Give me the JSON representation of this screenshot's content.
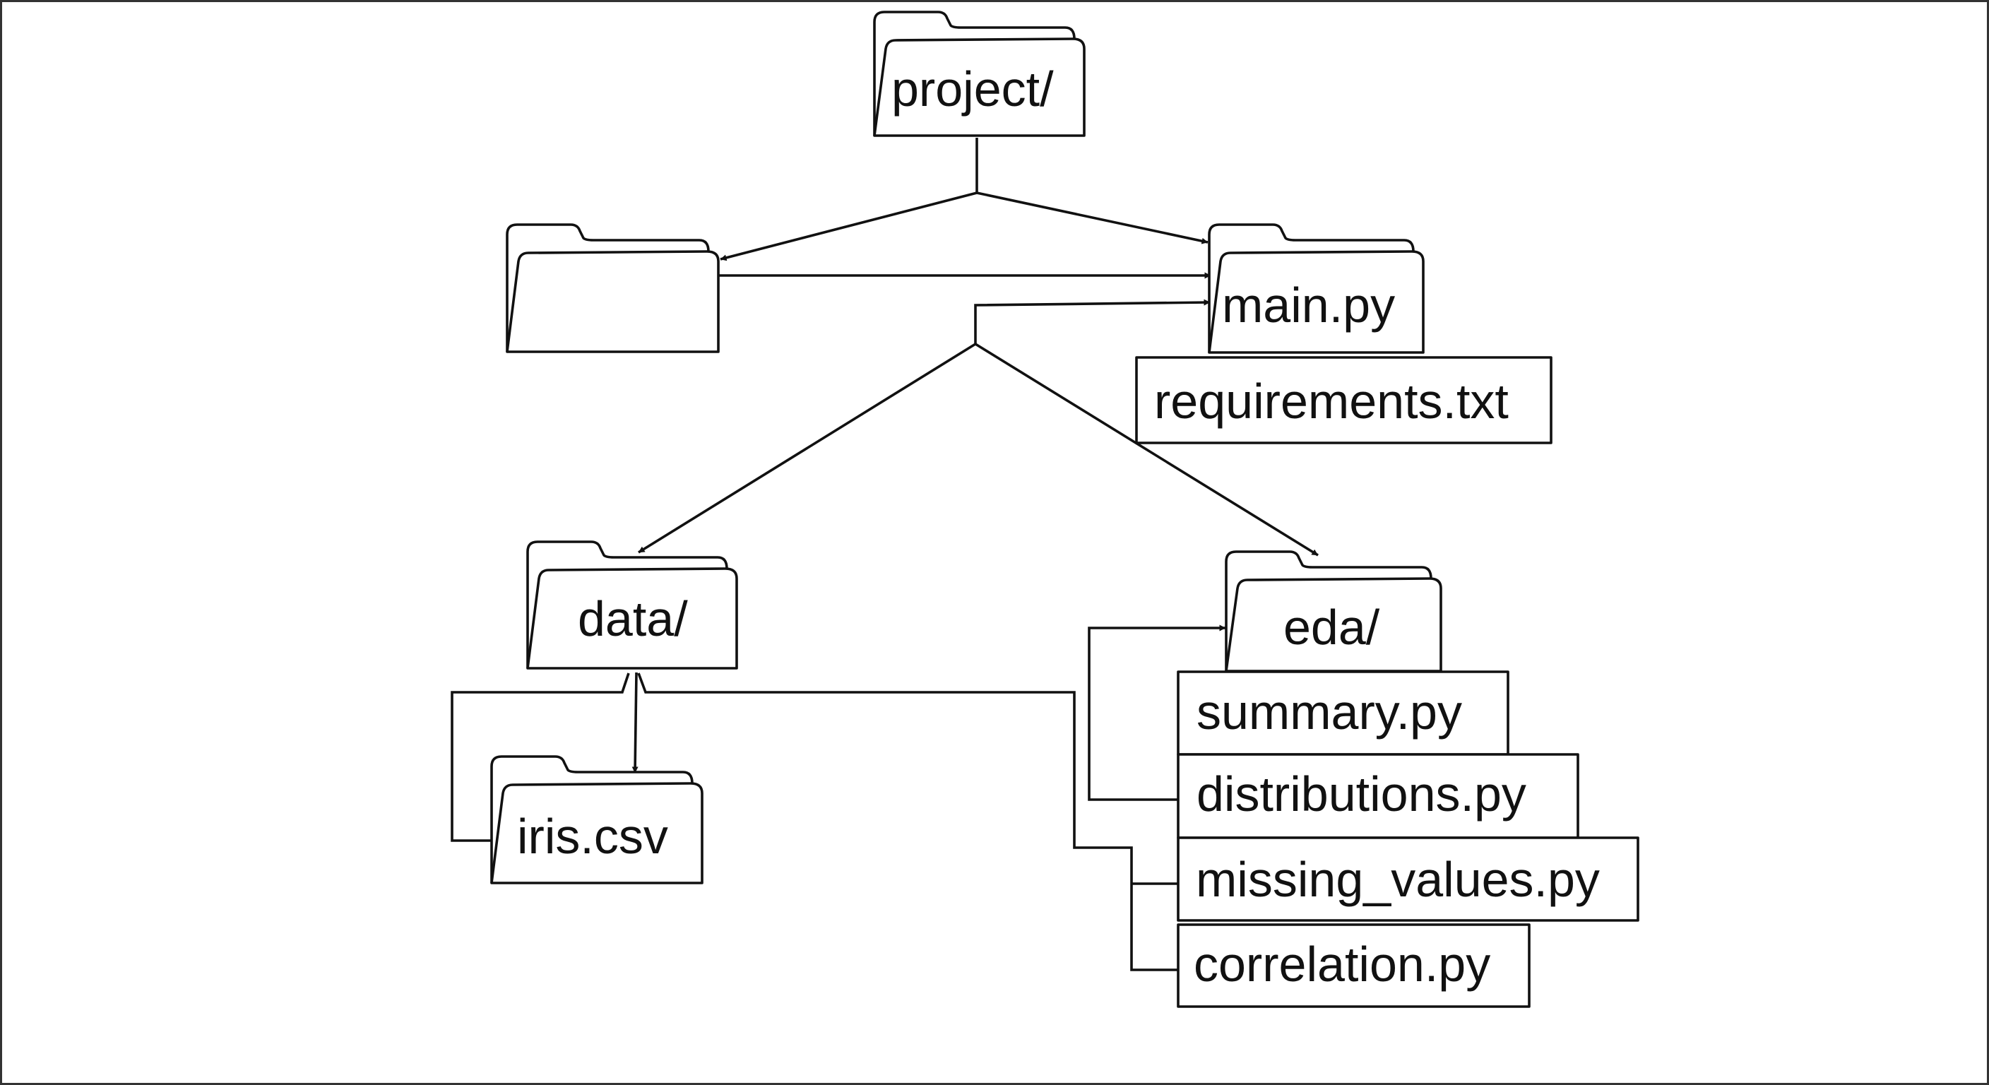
{
  "colors": {
    "background": "#ffffff",
    "stroke": "#111111",
    "text": "#111111"
  },
  "icons": {
    "folder": "folder-icon",
    "arrowhead": "arrowhead-icon"
  },
  "nodes": {
    "project": {
      "label": "project/",
      "kind": "folder"
    },
    "unnamed_folder": {
      "label": "",
      "kind": "folder"
    },
    "main": {
      "label": "main.py",
      "kind": "folder"
    },
    "requirements": {
      "label": "requirements.txt",
      "kind": "file"
    },
    "data": {
      "label": "data/",
      "kind": "folder"
    },
    "iris": {
      "label": "iris.csv",
      "kind": "folder"
    },
    "eda": {
      "label": "eda/",
      "kind": "folder"
    },
    "summary": {
      "label": "summary.py",
      "kind": "file"
    },
    "distributions": {
      "label": "distributions.py",
      "kind": "file"
    },
    "missing_values": {
      "label": "missing_values.py",
      "kind": "file"
    },
    "correlation": {
      "label": "correlation.py",
      "kind": "file"
    }
  }
}
